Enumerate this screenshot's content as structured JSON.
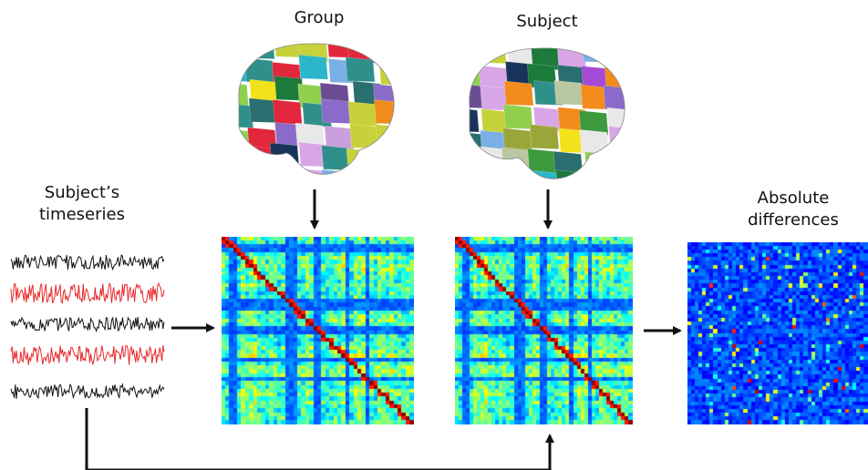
{
  "labels": {
    "group": "Group",
    "subject": "Subject",
    "timeseries_line1": "Subject’s",
    "timeseries_line2": "timeseries",
    "abs_line1": "Absolute",
    "abs_line2": "differences"
  },
  "colors": {
    "timeseries_black": "#111111",
    "timeseries_red": "#e8282a",
    "arrow": "#111111"
  },
  "timeseries": [
    "black",
    "red",
    "black",
    "red",
    "black"
  ],
  "matrices": [
    {
      "name": "group-connectivity-matrix",
      "kind": "correlation",
      "size": 48
    },
    {
      "name": "subject-connectivity-matrix",
      "kind": "correlation",
      "size": 48
    },
    {
      "name": "absolute-difference-matrix",
      "kind": "difference",
      "size": 48
    }
  ],
  "brains": [
    "group-parcellation-brain",
    "subject-parcellation-brain"
  ]
}
